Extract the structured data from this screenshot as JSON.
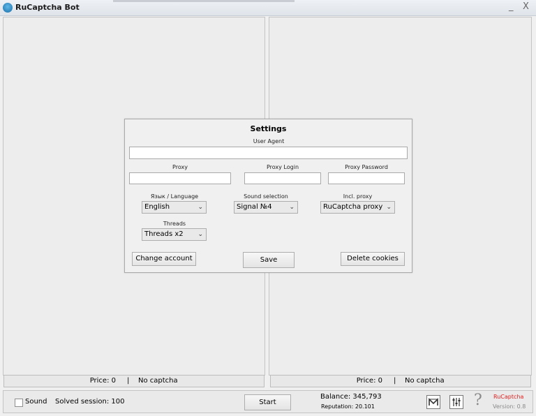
{
  "window": {
    "title": "RuCaptcha Bot",
    "minimize": "_",
    "close": "X"
  },
  "panels": {
    "left_status": {
      "price": "Price: 0",
      "separator": "|",
      "captcha": "No captcha"
    },
    "right_status": {
      "price": "Price: 0",
      "separator": "|",
      "captcha": "No captcha"
    }
  },
  "settings": {
    "title": "Settings",
    "user_agent_label": "User Agent",
    "user_agent_value": "",
    "proxy_label": "Proxy",
    "proxy_value": "",
    "proxy_login_label": "Proxy Login",
    "proxy_login_value": "",
    "proxy_password_label": "Proxy Password",
    "proxy_password_value": "",
    "language_label": "Язык / Language",
    "language_value": "English",
    "sound_label": "Sound selection",
    "sound_value": "Signal №4",
    "incl_proxy_label": "Incl. proxy",
    "incl_proxy_value": "RuCaptcha proxy",
    "threads_label": "Threads",
    "threads_value": "Threads x2",
    "change_account": "Change account",
    "save": "Save",
    "delete_cookies": "Delete cookies"
  },
  "bottom": {
    "sound_label": "Sound",
    "sound_checked": false,
    "solved_session": "Solved session:  100",
    "start": "Start",
    "balance": "Balance:  345,793",
    "reputation": "Reputation: 20.101",
    "brand": "RuCaptcha",
    "version": "Version: 0.8",
    "icons": [
      "mail-icon",
      "equalizer-icon",
      "help-icon"
    ]
  },
  "colors": {
    "brand": "#e02020",
    "version": "#8a8a8a"
  }
}
